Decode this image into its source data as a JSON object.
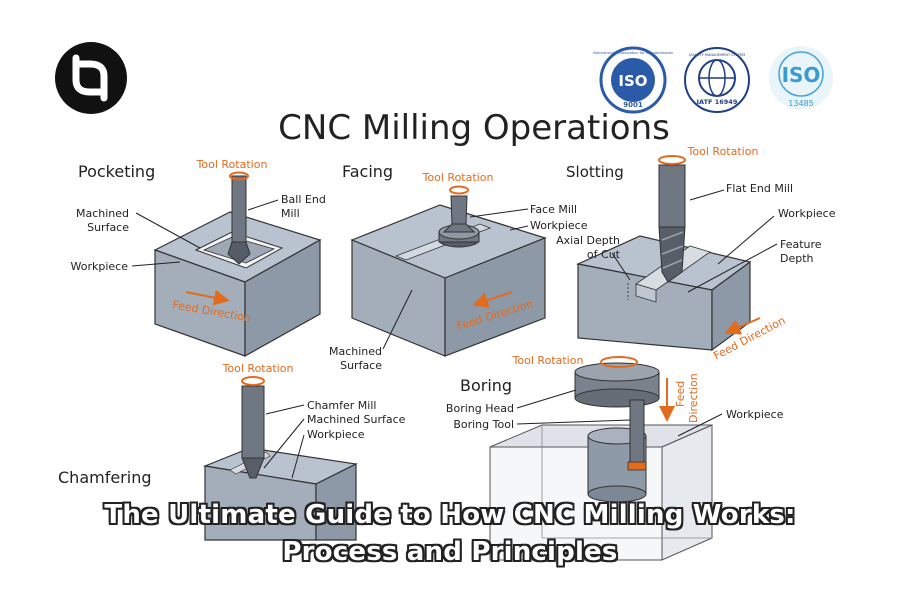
{
  "title": "CNC Milling Operations",
  "caption": {
    "line1": "The Ultimate Guide to How CNC Milling Works:",
    "line2": "Process and Principles"
  },
  "badges": [
    {
      "main": "ISO",
      "sub": "9001",
      "ring": "International Organization for Standardization"
    },
    {
      "main": "",
      "sub": "IATF 16949",
      "ring": "QUALITY MANAGEMENT SYSTEM"
    },
    {
      "main": "ISO",
      "sub": "13485",
      "ring": ""
    }
  ],
  "pocketing": {
    "heading": "Pocketing",
    "tool_rotation": "Tool Rotation",
    "ball_end_1": "Ball End",
    "ball_end_2": "Mill",
    "machined_1": "Machined",
    "machined_2": "Surface",
    "workpiece": "Workpiece",
    "feed": "Feed Direction"
  },
  "facing": {
    "heading": "Facing",
    "tool_rotation": "Tool Rotation",
    "face_mill": "Face Mill",
    "workpiece": "Workpiece",
    "feed": "Feed Direction",
    "machined_1": "Machined",
    "machined_2": "Surface"
  },
  "slotting": {
    "heading": "Slotting",
    "tool_rotation": "Tool Rotation",
    "flat_end": "Flat End Mill",
    "workpiece": "Workpiece",
    "axial_1": "Axial Depth",
    "axial_2": "of Cut",
    "feature_1": "Feature",
    "feature_2": "Depth",
    "feed": "Feed Direction"
  },
  "chamfering": {
    "heading": "Chamfering",
    "tool_rotation": "Tool Rotation",
    "chamfer_mill": "Chamfer Mill",
    "machined": "Machined Surface",
    "workpiece": "Workpiece"
  },
  "boring": {
    "heading": "Boring",
    "tool_rotation": "Tool Rotation",
    "feed_1": "Feed",
    "feed_2": "Direction",
    "workpiece": "Workpiece",
    "boring_head": "Boring Head",
    "boring_tool": "Boring Tool"
  },
  "colors": {
    "block_top": "#b9c2cf",
    "block_side": "#8e99a8",
    "block_front": "#a4aebb",
    "tool": "#6f7782",
    "accent": "#e36b1e",
    "text": "#222222"
  }
}
